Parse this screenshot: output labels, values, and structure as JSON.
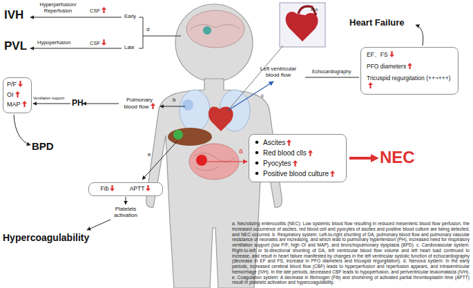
{
  "diagram": {
    "caption": "a. Necrotizing enterocolitis (NEC): Low systemic blood flow resulting in reduced mesenteric blood flow perfusion, the increased occurrence of ascites, red blood cell and pyocytes of ascites and positive blood culture are being detected, and NEC occurred. b. Respiratory system: Left-to-right shunting of DA, pulmonary blood flow and pulmonary vascular resistance of neonates are increasing, and which lead to pulmonary hypertension (PH), increased need for respiratory ventilation support (low P/F, high OI and MAP), and bronchopulmonary dysplasia (BPD). c. Cardiovascular system: Right-to-left or bi-directional shunting of DA, left ventricular blood flow volume and left heart load continued to increase, and result in heart failure manifested by changes in the left ventricular systolic function of echocardiography (decrease in EF and FS, increase in PFO diameters and tricuspid regurgitation). d. Nervous system: In the early periods, increased cerebral blood flow (CBF) leads to hyperperfusion and reperfusion appears, and intraventricular hemorrhage (IVH). In the late periods, decreased CBF leads to hypoperfusion, and periventricular leukomalacia (IVH). e. Coagulation system: A decrease in fibrinogen (Fib) and shortening of activated partial thromboplastin time (APTT) result in platelets activation and hypercoagulability.",
    "nodes": [
      {
        "text": [
          "EF、FS",
          "PFO diameters",
          "Tricuspid regurgitation (++~+++)"
        ]
      },
      {
        "text": [
          "P/F",
          "OI",
          "MAP"
        ]
      },
      {
        "text": [
          "Ascites",
          "Red blood clls",
          "Pyocytes",
          "Positive blood culture"
        ]
      },
      {
        "text": [
          "Fib",
          "APTT"
        ]
      }
    ],
    "labels": [
      "IVH",
      "Hyperperfusion/ Reperfusion",
      "CSF",
      "Early",
      "PVL",
      "Hypoperfusion",
      "CSF",
      "Late",
      "d",
      "PDA",
      "Heart Failure",
      "Left ventricular blood flow",
      "Echocardiography",
      "c",
      "Ventilation support",
      "PH",
      "Pulmonary blood flow",
      "b",
      "BPD",
      "a",
      "NEC",
      "Platelets activation",
      "Hypercoagulability",
      "e"
    ]
  }
}
